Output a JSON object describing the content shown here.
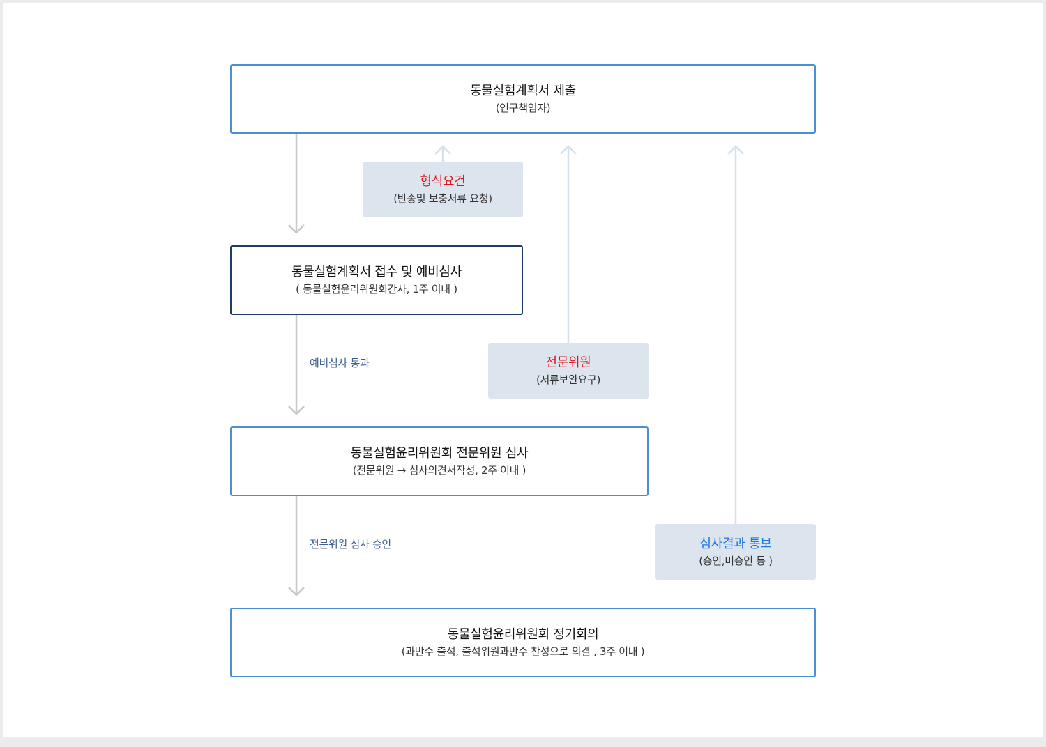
{
  "steps": [
    {
      "title": "동물실험계획서 제출",
      "sub": "(연구책임자)"
    },
    {
      "title": "동물실험계획서 접수 및 예비심사",
      "sub": "( 동물실험윤리위원회간사, 1주 이내 )"
    },
    {
      "title": "동물실험윤리위원회 전문위원 심사",
      "sub": "(전문위원 → 심사의견서작성, 2주 이내 )"
    },
    {
      "title": "동물실험윤리위원회 정기회의",
      "sub": "(과반수 출석, 출석위원과반수 찬성으로 의결 , 3주 이내 )"
    }
  ],
  "feedback": [
    {
      "title": "형식요건",
      "sub": "(반송및 보충서류 요청)",
      "color": "#e0141e"
    },
    {
      "title": "전문위원",
      "sub": "(서류보완요구)",
      "color": "#e0141e"
    },
    {
      "title": "심사결과 통보",
      "sub": "(승인,미승인 등  )",
      "color": "#1f78e6"
    }
  ],
  "edge_labels": {
    "preliminary_passed": "예비심사 통과",
    "expert_approved": "전문위원 심사 승인"
  },
  "colors": {
    "box_border": "#4a8fd6",
    "box_border_active": "#1f3a6e",
    "note_background": "#dce4ee",
    "down_arrow": "#c8c8c8",
    "up_arrow": "#d6e0ea"
  }
}
